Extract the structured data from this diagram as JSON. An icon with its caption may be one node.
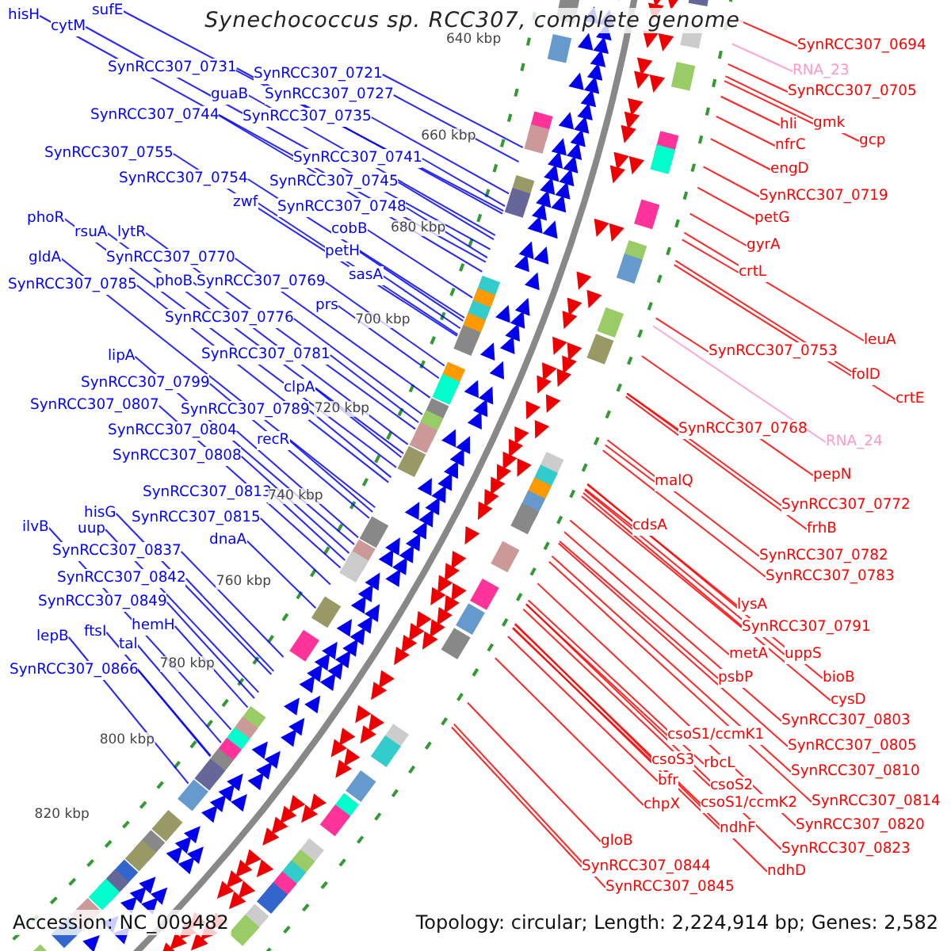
{
  "diagram": {
    "title": "Synechococcus sp. RCC307, complete genome",
    "nodes": [
      {
        "text": [
          "hisH"
        ]
      },
      {
        "text": [
          "cytM"
        ]
      },
      {
        "text": [
          "sufE"
        ]
      },
      {
        "text": [
          "SynRCC307_0731"
        ]
      },
      {
        "text": [
          "SynRCC307_0721"
        ]
      },
      {
        "text": [
          "guaB"
        ]
      },
      {
        "text": [
          "SynRCC307_0727"
        ]
      },
      {
        "text": [
          "SynRCC307_0744"
        ]
      },
      {
        "text": [
          "SynRCC307_0735"
        ]
      },
      {
        "text": [
          "SynRCC307_0755"
        ]
      },
      {
        "text": [
          "SynRCC307_0741"
        ]
      },
      {
        "text": [
          "SynRCC307_0754"
        ]
      },
      {
        "text": [
          "SynRCC307_0745"
        ]
      },
      {
        "text": [
          "zwf"
        ]
      },
      {
        "text": [
          "SynRCC307_0748"
        ]
      },
      {
        "text": [
          "phoR"
        ]
      },
      {
        "text": [
          "rsuA"
        ]
      },
      {
        "text": [
          "lytR"
        ]
      },
      {
        "text": [
          "cobB"
        ]
      },
      {
        "text": [
          "petH"
        ]
      },
      {
        "text": [
          "gldA"
        ]
      },
      {
        "text": [
          "SynRCC307_0770"
        ]
      },
      {
        "text": [
          "sasA"
        ]
      },
      {
        "text": [
          "SynRCC307_0785"
        ]
      },
      {
        "text": [
          "phoB"
        ]
      },
      {
        "text": [
          "SynRCC307_0769"
        ]
      },
      {
        "text": [
          "prs"
        ]
      },
      {
        "text": [
          "SynRCC307_0776"
        ]
      },
      {
        "text": [
          "SynRCC307_0781"
        ]
      },
      {
        "text": [
          "lipA"
        ]
      },
      {
        "text": [
          "SynRCC307_0799"
        ]
      },
      {
        "text": [
          "clpA"
        ]
      },
      {
        "text": [
          "SynRCC307_0807"
        ]
      },
      {
        "text": [
          "SynRCC307_0789"
        ]
      },
      {
        "text": [
          "SynRCC307_0804"
        ]
      },
      {
        "text": [
          "recR"
        ]
      },
      {
        "text": [
          "SynRCC307_0808"
        ]
      },
      {
        "text": [
          "SynRCC307_0813"
        ]
      },
      {
        "text": [
          "hisG"
        ]
      },
      {
        "text": [
          "SynRCC307_0815"
        ]
      },
      {
        "text": [
          "ilvB"
        ]
      },
      {
        "text": [
          "uup"
        ]
      },
      {
        "text": [
          "dnaA"
        ]
      },
      {
        "text": [
          "SynRCC307_0837"
        ]
      },
      {
        "text": [
          "SynRCC307_0842"
        ]
      },
      {
        "text": [
          "SynRCC307_0849"
        ]
      },
      {
        "text": [
          "hemH"
        ]
      },
      {
        "text": [
          "lepB"
        ]
      },
      {
        "text": [
          "ftsI"
        ]
      },
      {
        "text": [
          "tal"
        ]
      },
      {
        "text": [
          "SynRCC307_0866"
        ]
      },
      {
        "text": [
          "SynRCC307_0694"
        ]
      },
      {
        "text": [
          "RNA_23"
        ]
      },
      {
        "text": [
          "SynRCC307_0705"
        ]
      },
      {
        "text": [
          "hli"
        ]
      },
      {
        "text": [
          "gmk"
        ]
      },
      {
        "text": [
          "gcp"
        ]
      },
      {
        "text": [
          "nfrC"
        ]
      },
      {
        "text": [
          "engD"
        ]
      },
      {
        "text": [
          "SynRCC307_0719"
        ]
      },
      {
        "text": [
          "petG"
        ]
      },
      {
        "text": [
          "gyrA"
        ]
      },
      {
        "text": [
          "crtL"
        ]
      },
      {
        "text": [
          "SynRCC307_0753"
        ]
      },
      {
        "text": [
          "leuA"
        ]
      },
      {
        "text": [
          "folD"
        ]
      },
      {
        "text": [
          "crtE"
        ]
      },
      {
        "text": [
          "SynRCC307_0768"
        ]
      },
      {
        "text": [
          "RNA_24"
        ]
      },
      {
        "text": [
          "pepN"
        ]
      },
      {
        "text": [
          "malQ"
        ]
      },
      {
        "text": [
          "SynRCC307_0772"
        ]
      },
      {
        "text": [
          "frhB"
        ]
      },
      {
        "text": [
          "cdsA"
        ]
      },
      {
        "text": [
          "SynRCC307_0782"
        ]
      },
      {
        "text": [
          "SynRCC307_0783"
        ]
      },
      {
        "text": [
          "lysA"
        ]
      },
      {
        "text": [
          "SynRCC307_0791"
        ]
      },
      {
        "text": [
          "metA"
        ]
      },
      {
        "text": [
          "uppS"
        ]
      },
      {
        "text": [
          "psbP"
        ]
      },
      {
        "text": [
          "bioB"
        ]
      },
      {
        "text": [
          "cysD"
        ]
      },
      {
        "text": [
          "SynRCC307_0803"
        ]
      },
      {
        "text": [
          "csoS1/ccmK1"
        ]
      },
      {
        "text": [
          "SynRCC307_0805"
        ]
      },
      {
        "text": [
          "csoS3"
        ]
      },
      {
        "text": [
          "rbcL"
        ]
      },
      {
        "text": [
          "SynRCC307_0810"
        ]
      },
      {
        "text": [
          "bfr"
        ]
      },
      {
        "text": [
          "csoS2"
        ]
      },
      {
        "text": [
          "SynRCC307_0814"
        ]
      },
      {
        "text": [
          "chpX"
        ]
      },
      {
        "text": [
          "csoS1/ccmK2"
        ]
      },
      {
        "text": [
          "SynRCC307_0820"
        ]
      },
      {
        "text": [
          "ndhF"
        ]
      },
      {
        "text": [
          "SynRCC307_0823"
        ]
      },
      {
        "text": [
          "gloB"
        ]
      },
      {
        "text": [
          "ndhD"
        ]
      },
      {
        "text": [
          "SynRCC307_0844"
        ]
      },
      {
        "text": [
          "SynRCC307_0845"
        ]
      }
    ],
    "edges": [
      {
        "from": 0,
        "to": null,
        "arrow": "none"
      },
      {
        "from": 1,
        "to": null,
        "arrow": "none"
      },
      {
        "from": 2,
        "to": null,
        "arrow": "none"
      },
      {
        "from": 3,
        "to": null,
        "arrow": "none"
      },
      {
        "from": 4,
        "to": null,
        "arrow": "none"
      },
      {
        "from": 5,
        "to": null,
        "arrow": "none"
      },
      {
        "from": 6,
        "to": null,
        "arrow": "none"
      },
      {
        "from": 7,
        "to": null,
        "arrow": "none"
      },
      {
        "from": 8,
        "to": null,
        "arrow": "none"
      },
      {
        "from": 9,
        "to": null,
        "arrow": "none"
      },
      {
        "from": 10,
        "to": null,
        "arrow": "none"
      },
      {
        "from": 11,
        "to": null,
        "arrow": "none"
      },
      {
        "from": 12,
        "to": null,
        "arrow": "none"
      },
      {
        "from": 13,
        "to": null,
        "arrow": "none"
      },
      {
        "from": 14,
        "to": null,
        "arrow": "none"
      },
      {
        "from": 15,
        "to": null,
        "arrow": "none"
      },
      {
        "from": 16,
        "to": null,
        "arrow": "none"
      },
      {
        "from": 17,
        "to": null,
        "arrow": "none"
      },
      {
        "from": 18,
        "to": null,
        "arrow": "none"
      },
      {
        "from": 19,
        "to": null,
        "arrow": "none"
      },
      {
        "from": 20,
        "to": null,
        "arrow": "none"
      },
      {
        "from": 21,
        "to": null,
        "arrow": "none"
      },
      {
        "from": 22,
        "to": null,
        "arrow": "none"
      },
      {
        "from": 23,
        "to": null,
        "arrow": "none"
      },
      {
        "from": 24,
        "to": null,
        "arrow": "none"
      },
      {
        "from": 25,
        "to": null,
        "arrow": "none"
      },
      {
        "from": 26,
        "to": null,
        "arrow": "none"
      },
      {
        "from": 27,
        "to": null,
        "arrow": "none"
      },
      {
        "from": 28,
        "to": null,
        "arrow": "none"
      },
      {
        "from": 29,
        "to": null,
        "arrow": "none"
      },
      {
        "from": 30,
        "to": null,
        "arrow": "none"
      },
      {
        "from": 31,
        "to": null,
        "arrow": "none"
      },
      {
        "from": 32,
        "to": null,
        "arrow": "none"
      },
      {
        "from": 33,
        "to": null,
        "arrow": "none"
      },
      {
        "from": 34,
        "to": null,
        "arrow": "none"
      },
      {
        "from": 35,
        "to": null,
        "arrow": "none"
      },
      {
        "from": 36,
        "to": null,
        "arrow": "none"
      },
      {
        "from": 37,
        "to": null,
        "arrow": "none"
      },
      {
        "from": 38,
        "to": null,
        "arrow": "none"
      },
      {
        "from": 39,
        "to": null,
        "arrow": "none"
      },
      {
        "from": 40,
        "to": null,
        "arrow": "none"
      },
      {
        "from": 41,
        "to": null,
        "arrow": "none"
      },
      {
        "from": 42,
        "to": null,
        "arrow": "none"
      },
      {
        "from": 43,
        "to": null,
        "arrow": "none"
      },
      {
        "from": 44,
        "to": null,
        "arrow": "none"
      },
      {
        "from": 45,
        "to": null,
        "arrow": "none"
      },
      {
        "from": 46,
        "to": null,
        "arrow": "none"
      },
      {
        "from": 47,
        "to": null,
        "arrow": "none"
      },
      {
        "from": 48,
        "to": null,
        "arrow": "none"
      },
      {
        "from": 49,
        "to": null,
        "arrow": "none"
      },
      {
        "from": 50,
        "to": null,
        "arrow": "none"
      },
      {
        "from": 51,
        "to": null,
        "arrow": "none",
        "color": "#ff0000"
      },
      {
        "from": 52,
        "to": null,
        "arrow": "none",
        "color": "#ff99cc"
      },
      {
        "from": 53,
        "to": null,
        "arrow": "none",
        "color": "#ff0000"
      },
      {
        "from": 54,
        "to": null,
        "arrow": "none",
        "color": "#ff0000"
      },
      {
        "from": 55,
        "to": null,
        "arrow": "none",
        "color": "#ff0000"
      },
      {
        "from": 56,
        "to": null,
        "arrow": "none",
        "color": "#ff0000"
      },
      {
        "from": 57,
        "to": null,
        "arrow": "none",
        "color": "#ff0000"
      },
      {
        "from": 58,
        "to": null,
        "arrow": "none",
        "color": "#ff0000"
      },
      {
        "from": 59,
        "to": null,
        "arrow": "none",
        "color": "#ff0000"
      },
      {
        "from": 60,
        "to": null,
        "arrow": "none",
        "color": "#ff0000"
      },
      {
        "from": 61,
        "to": null,
        "arrow": "none",
        "color": "#ff0000"
      },
      {
        "from": 62,
        "to": null,
        "arrow": "none",
        "color": "#ff0000"
      },
      {
        "from": 63,
        "to": null,
        "arrow": "none",
        "color": "#ff0000"
      },
      {
        "from": 64,
        "to": null,
        "arrow": "none",
        "color": "#ff0000"
      },
      {
        "from": 65,
        "to": null,
        "arrow": "none",
        "color": "#ff0000"
      },
      {
        "from": 66,
        "to": null,
        "arrow": "none",
        "color": "#ff0000"
      },
      {
        "from": 67,
        "to": null,
        "arrow": "none",
        "color": "#ff0000"
      },
      {
        "from": 68,
        "to": null,
        "arrow": "none",
        "color": "#ff99cc"
      },
      {
        "from": 69,
        "to": null,
        "arrow": "none",
        "color": "#ff0000"
      },
      {
        "from": 70,
        "to": null,
        "arrow": "none",
        "color": "#ff0000"
      },
      {
        "from": 71,
        "to": null,
        "arrow": "none",
        "color": "#ff0000"
      },
      {
        "from": 72,
        "to": null,
        "arrow": "none",
        "color": "#ff0000"
      },
      {
        "from": 73,
        "to": null,
        "arrow": "none",
        "color": "#ff0000"
      },
      {
        "from": 74,
        "to": null,
        "arrow": "none",
        "color": "#ff0000"
      },
      {
        "from": 75,
        "to": null,
        "arrow": "none",
        "color": "#ff0000"
      },
      {
        "from": 76,
        "to": null,
        "arrow": "none",
        "color": "#ff0000"
      },
      {
        "from": 77,
        "to": null,
        "arrow": "none",
        "color": "#ff0000"
      },
      {
        "from": 78,
        "to": null,
        "arrow": "none",
        "color": "#ff0000"
      },
      {
        "from": 79,
        "to": null,
        "arrow": "none",
        "color": "#ff0000"
      },
      {
        "from": 80,
        "to": null,
        "arrow": "none",
        "color": "#ff0000"
      },
      {
        "from": 81,
        "to": null,
        "arrow": "none",
        "color": "#ff0000"
      },
      {
        "from": 82,
        "to": null,
        "arrow": "none",
        "color": "#ff0000"
      },
      {
        "from": 83,
        "to": null,
        "arrow": "none",
        "color": "#ff0000"
      },
      {
        "from": 84,
        "to": null,
        "arrow": "none",
        "color": "#ff0000"
      },
      {
        "from": 85,
        "to": null,
        "arrow": "none",
        "color": "#ff0000"
      },
      {
        "from": 86,
        "to": null,
        "arrow": "none",
        "color": "#ff0000"
      },
      {
        "from": 87,
        "to": null,
        "arrow": "none",
        "color": "#ff0000"
      },
      {
        "from": 88,
        "to": null,
        "arrow": "none",
        "color": "#ff0000"
      },
      {
        "from": 89,
        "to": null,
        "arrow": "none",
        "color": "#ff0000"
      },
      {
        "from": 90,
        "to": null,
        "arrow": "none",
        "color": "#ff0000"
      },
      {
        "from": 91,
        "to": null,
        "arrow": "none",
        "color": "#ff0000"
      },
      {
        "from": 92,
        "to": null,
        "arrow": "none",
        "color": "#ff0000"
      },
      {
        "from": 93,
        "to": null,
        "arrow": "none",
        "color": "#ff0000"
      },
      {
        "from": 94,
        "to": null,
        "arrow": "none",
        "color": "#ff0000"
      },
      {
        "from": 95,
        "to": null,
        "arrow": "none",
        "color": "#ff0000"
      },
      {
        "from": 96,
        "to": null,
        "arrow": "none",
        "color": "#ff0000"
      },
      {
        "from": 97,
        "to": null,
        "arrow": "none",
        "color": "#ff0000"
      },
      {
        "from": 98,
        "to": null,
        "arrow": "none",
        "color": "#ff0000"
      },
      {
        "from": 99,
        "to": null,
        "arrow": "none",
        "color": "#ff0000"
      },
      {
        "from": 100,
        "to": null,
        "arrow": "none",
        "color": "#ff0000"
      }
    ],
    "labels": [
      "640 kbp",
      "660 kbp",
      "680 kbp",
      "700 kbp",
      "720 kbp",
      "740 kbp",
      "760 kbp",
      "780 kbp",
      "800 kbp",
      "820 kbp",
      "Accession: NC_009482",
      "Topology: circular; Length: 2,224,914 bp; Genes: 2,582"
    ]
  }
}
